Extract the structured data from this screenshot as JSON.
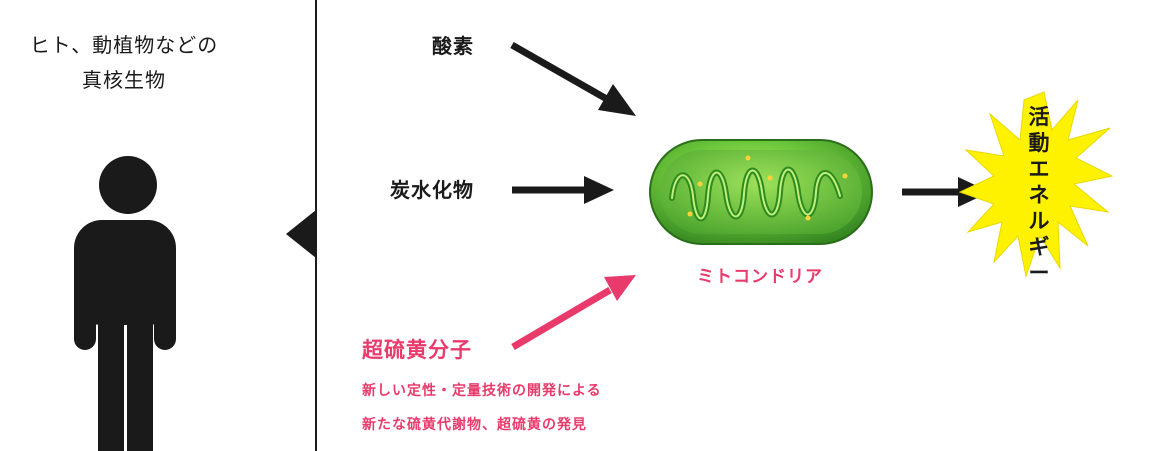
{
  "left_panel": {
    "line1": "ヒト、動植物などの",
    "line2": "真核生物"
  },
  "inputs": {
    "oxygen": "酸素",
    "carbohydrate": "炭水化物",
    "supersulfide": "超硫黄分子"
  },
  "mitochondria_label": "ミトコンドリア",
  "energy_label": [
    "活",
    "動",
    "エ",
    "ネ",
    "ル",
    "ギ",
    "ー"
  ],
  "notes": {
    "line1": "新しい定性・定量技術の開発による",
    "line2": "新たな硫黄代謝物、超硫黄の発見"
  },
  "colors": {
    "pink": "#e83a6b",
    "black": "#1a1a1a",
    "star_fill": "#fff200",
    "mito_green": "#6cc63a"
  }
}
